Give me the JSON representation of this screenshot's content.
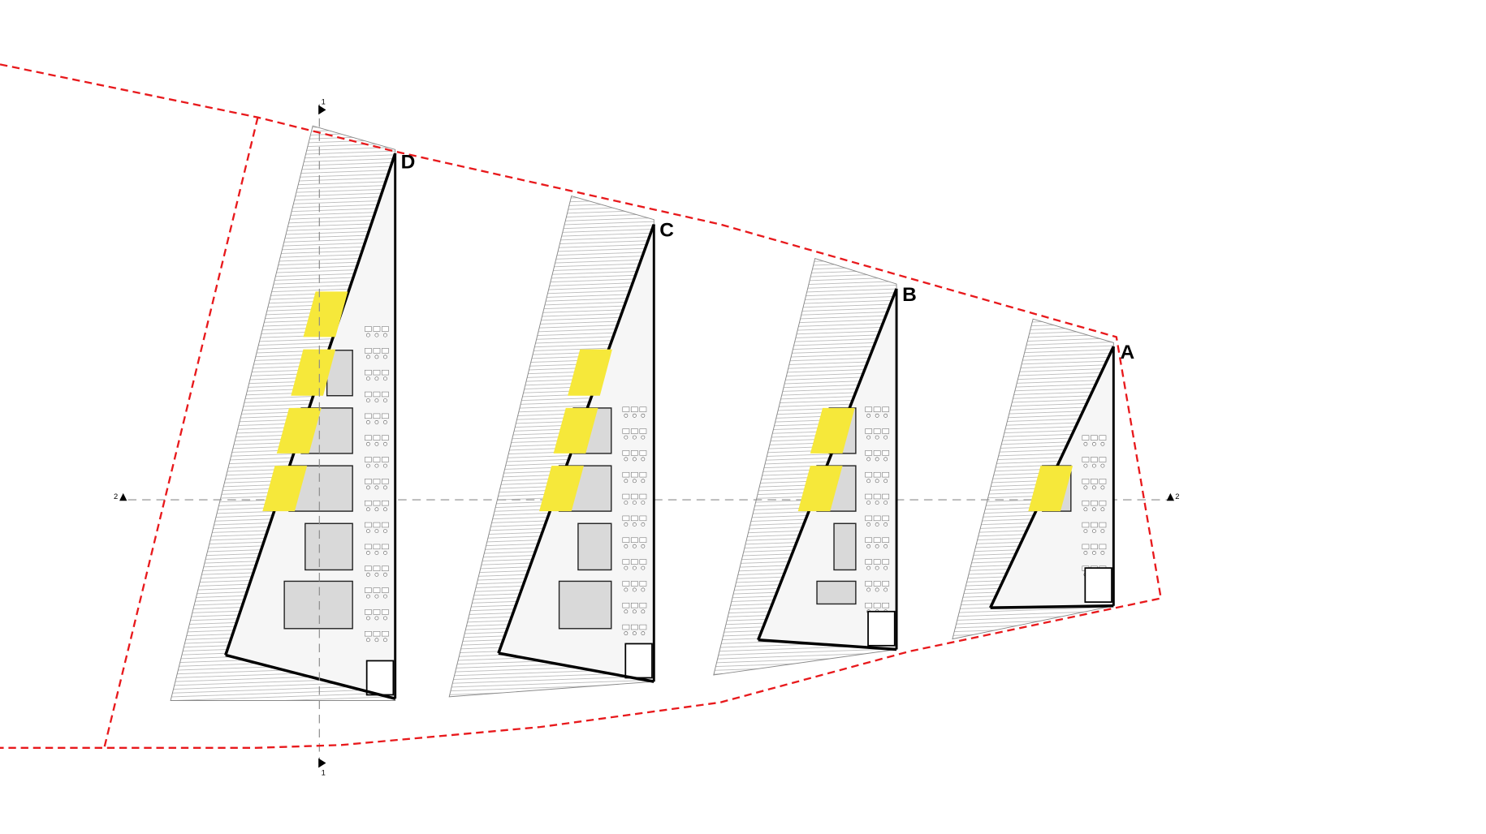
{
  "colors": {
    "site_boundary": "#e8191c",
    "section_line": "#9a9a9a",
    "highlight": "#f6e83a",
    "wall": "#000000",
    "room_fill": "#d9d9d9",
    "floor_fill": "#f6f6f6",
    "hatch": "#9c9c9c"
  },
  "buildings": [
    {
      "label": "D"
    },
    {
      "label": "C"
    },
    {
      "label": "B"
    },
    {
      "label": "A"
    }
  ],
  "section_markers": {
    "vertical_top": "1",
    "vertical_bottom": "1",
    "horizontal_left": "2",
    "horizontal_right": "2"
  }
}
